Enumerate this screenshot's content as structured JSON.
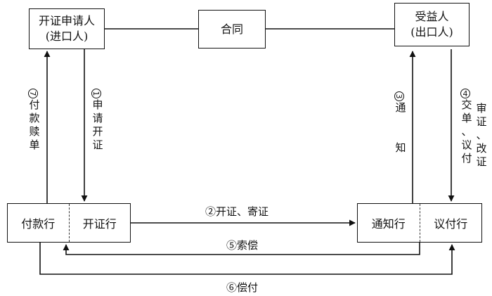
{
  "nodes": {
    "applicant": {
      "line1": "开证申请人",
      "line2": "(进口人)"
    },
    "contract": {
      "label": "合同"
    },
    "beneficiary": {
      "line1": "受益人",
      "line2": "(出口人)"
    },
    "paying_bank": {
      "label": "付款行"
    },
    "issuing_bank": {
      "label": "开证行"
    },
    "advising_bank": {
      "label": "通知行"
    },
    "negotiating_bank": {
      "label": "议付行"
    }
  },
  "edges": {
    "e1": {
      "num": "1",
      "chars": [
        "申",
        "请",
        "开",
        "证"
      ]
    },
    "e2": {
      "num": "②",
      "text": "开证、寄证"
    },
    "e3": {
      "num": "3",
      "chars": [
        "通",
        "",
        "",
        "知"
      ]
    },
    "e4": {
      "num": "4",
      "col1": [
        "交",
        "单",
        "、",
        "议",
        "付"
      ],
      "col2": [
        "审",
        "证",
        "、",
        "改",
        "证"
      ]
    },
    "e5": {
      "num": "⑤",
      "text": "索偿"
    },
    "e6": {
      "num": "⑥",
      "text": "偿付"
    },
    "e7": {
      "num": "7",
      "chars": [
        "付",
        "款",
        "赎",
        "单"
      ]
    }
  }
}
